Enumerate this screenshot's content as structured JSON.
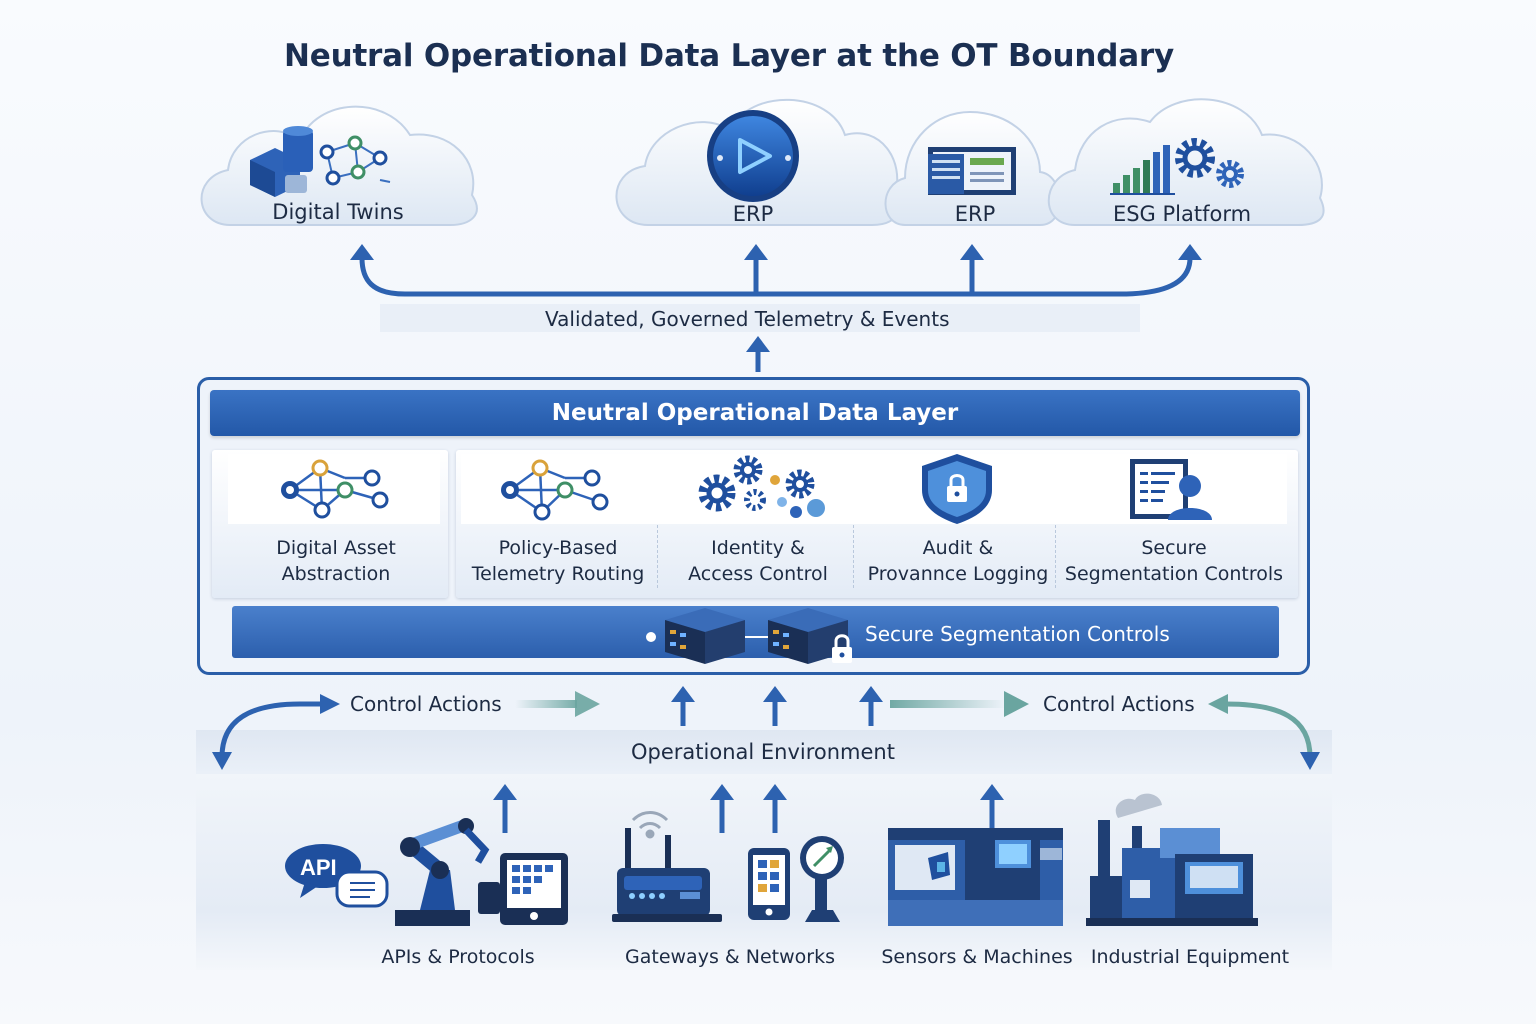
{
  "title": "Neutral Operational Data Layer at the OT Boundary",
  "clouds": [
    {
      "label": "Digital Twins",
      "icon": "digital-twin-icon"
    },
    {
      "label": "ERP",
      "icon": "play-circle-icon"
    },
    {
      "label": "ERP",
      "icon": "dashboard-window-icon"
    },
    {
      "label": "ESG Platform",
      "icon": "bar-chart-gears-icon"
    }
  ],
  "telemetry_label": "Validated, Governed Telemetry & Events",
  "layer": {
    "title": "Neutral Operational Data Layer",
    "capabilities": [
      {
        "line1": "Digital Asset",
        "line2": "Abstraction",
        "icon": "network-graph-icon"
      },
      {
        "line1": "Policy-Based",
        "line2": "Telemetry Routing",
        "icon": "routing-graph-icon"
      },
      {
        "line1": "Identity &",
        "line2": "Access Control",
        "icon": "gears-icon"
      },
      {
        "line1": "Audit &",
        "line2": "Provannce Logging",
        "icon": "shield-lock-icon"
      },
      {
        "line1": "Secure",
        "line2": "Segmentation Controls",
        "icon": "user-document-icon"
      }
    ],
    "segmentation_label": "Secure Segmentation Controls"
  },
  "control_actions_left": "Control Actions",
  "control_actions_right": "Control Actions",
  "environment_label": "Operational Environment",
  "sources": [
    {
      "label": "APIs & Protocols",
      "badge": "API",
      "icon": "robot-arm-icon"
    },
    {
      "label": "Gateways & Networks",
      "icon": "router-icon"
    },
    {
      "label": "Sensors & Machines",
      "icon": "cnc-machine-icon"
    },
    {
      "label": "Industrial Equipment",
      "icon": "factory-icon"
    }
  ],
  "colors": {
    "primary_blue": "#2358a8",
    "arrow_blue": "#2d62b0",
    "teal_arrow": "#6aa5a0",
    "title_navy": "#1b2f52"
  }
}
